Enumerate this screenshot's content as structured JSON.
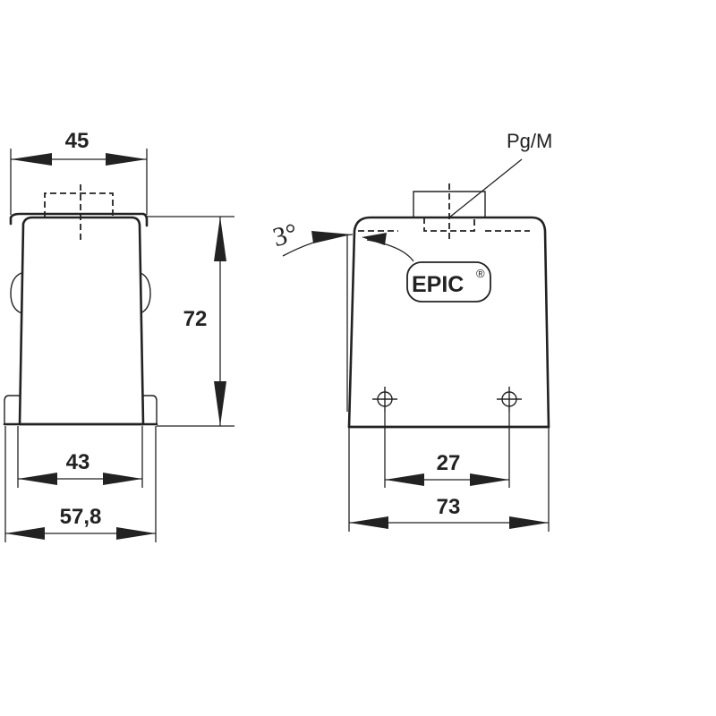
{
  "side_view": {
    "dim_top_width": "45",
    "dim_height": "72",
    "dim_inner_width": "43",
    "dim_outer_width": "57,8"
  },
  "front_view": {
    "cable_entry_label": "Pg/M",
    "draft_angle": "3°",
    "logo": "EPIC",
    "logo_mark": "®",
    "dim_hole_spacing": "27",
    "dim_total_width": "73"
  }
}
